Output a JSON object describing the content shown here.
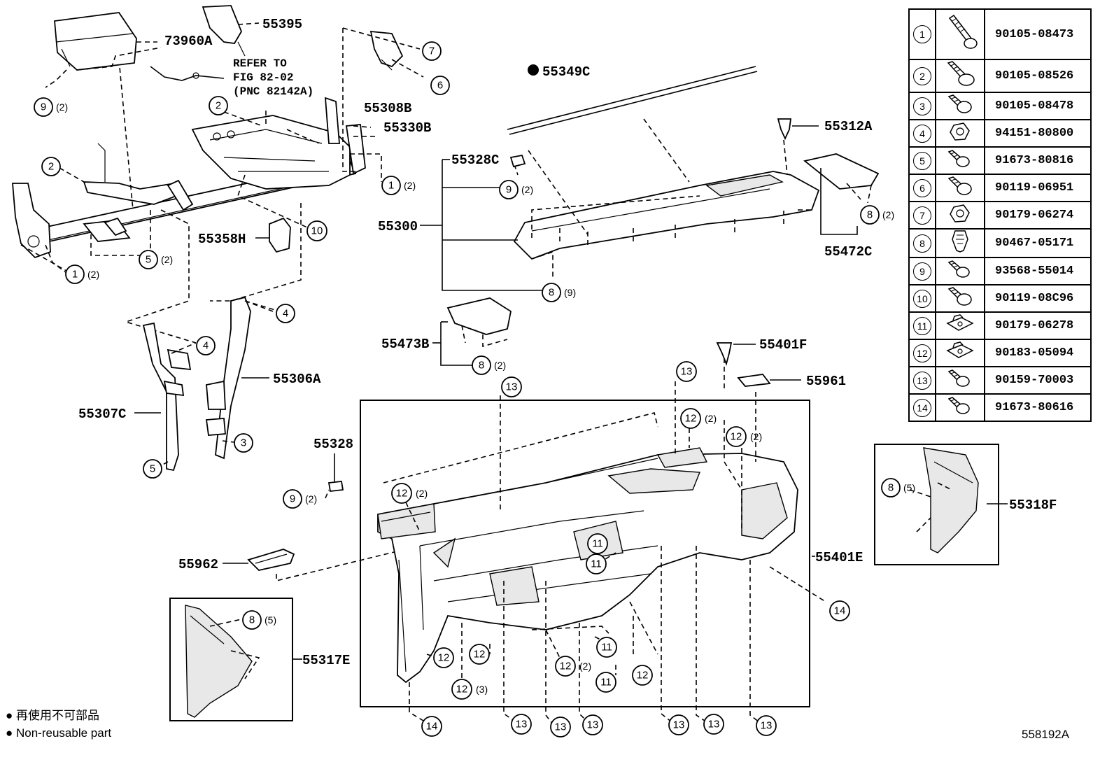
{
  "title_ref": "558192A",
  "legend": {
    "ja": "再使用不可部品",
    "en": "Non-reusable part"
  },
  "refer_note": {
    "line1": "REFER TO",
    "line2": "FIG 82-02",
    "line3": "(PNC 82142A)"
  },
  "part_labels": {
    "p73960A": "73960A",
    "p55395": "55395",
    "p55308B": "55308B",
    "p55330B": "55330B",
    "p55349C": "55349C",
    "p55312A": "55312A",
    "p55328C": "55328C",
    "p55300": "55300",
    "p55472C": "55472C",
    "p55358H": "55358H",
    "p55473B": "55473B",
    "p55401F": "55401F",
    "p55961": "55961",
    "p55306A": "55306A",
    "p55307C": "55307C",
    "p55328": "55328",
    "p55962": "55962",
    "p55401E": "55401E",
    "p55318F": "55318F",
    "p55317E": "55317E"
  },
  "qty": {
    "x2": "(2)",
    "x3": "(3)",
    "x5": "(5)",
    "x9": "(9)"
  },
  "callouts": {
    "n1": "1",
    "n2": "2",
    "n3": "3",
    "n4": "4",
    "n5": "5",
    "n6": "6",
    "n7": "7",
    "n8": "8",
    "n9": "9",
    "n10": "10",
    "n11": "11",
    "n12": "12",
    "n13": "13",
    "n14": "14"
  },
  "fasteners": [
    {
      "num": "1",
      "part": "90105-08473",
      "icon": "long-bolt-icon"
    },
    {
      "num": "2",
      "part": "90105-08526",
      "icon": "flange-bolt-icon"
    },
    {
      "num": "3",
      "part": "90105-08478",
      "icon": "bolt-icon"
    },
    {
      "num": "4",
      "part": "94151-80800",
      "icon": "nut-icon"
    },
    {
      "num": "5",
      "part": "91673-80816",
      "icon": "screw-icon"
    },
    {
      "num": "6",
      "part": "90119-06951",
      "icon": "bolt-icon"
    },
    {
      "num": "7",
      "part": "90179-06274",
      "icon": "nut-icon"
    },
    {
      "num": "8",
      "part": "90467-05171",
      "icon": "clip-icon"
    },
    {
      "num": "9",
      "part": "93568-55014",
      "icon": "screw-icon"
    },
    {
      "num": "10",
      "part": "90119-08C96",
      "icon": "bolt-icon"
    },
    {
      "num": "11",
      "part": "90179-06278",
      "icon": "clip-nut-icon"
    },
    {
      "num": "12",
      "part": "90183-05094",
      "icon": "clip-nut-icon"
    },
    {
      "num": "13",
      "part": "90159-70003",
      "icon": "screw-icon"
    },
    {
      "num": "14",
      "part": "91673-80616",
      "icon": "screw-icon"
    }
  ]
}
